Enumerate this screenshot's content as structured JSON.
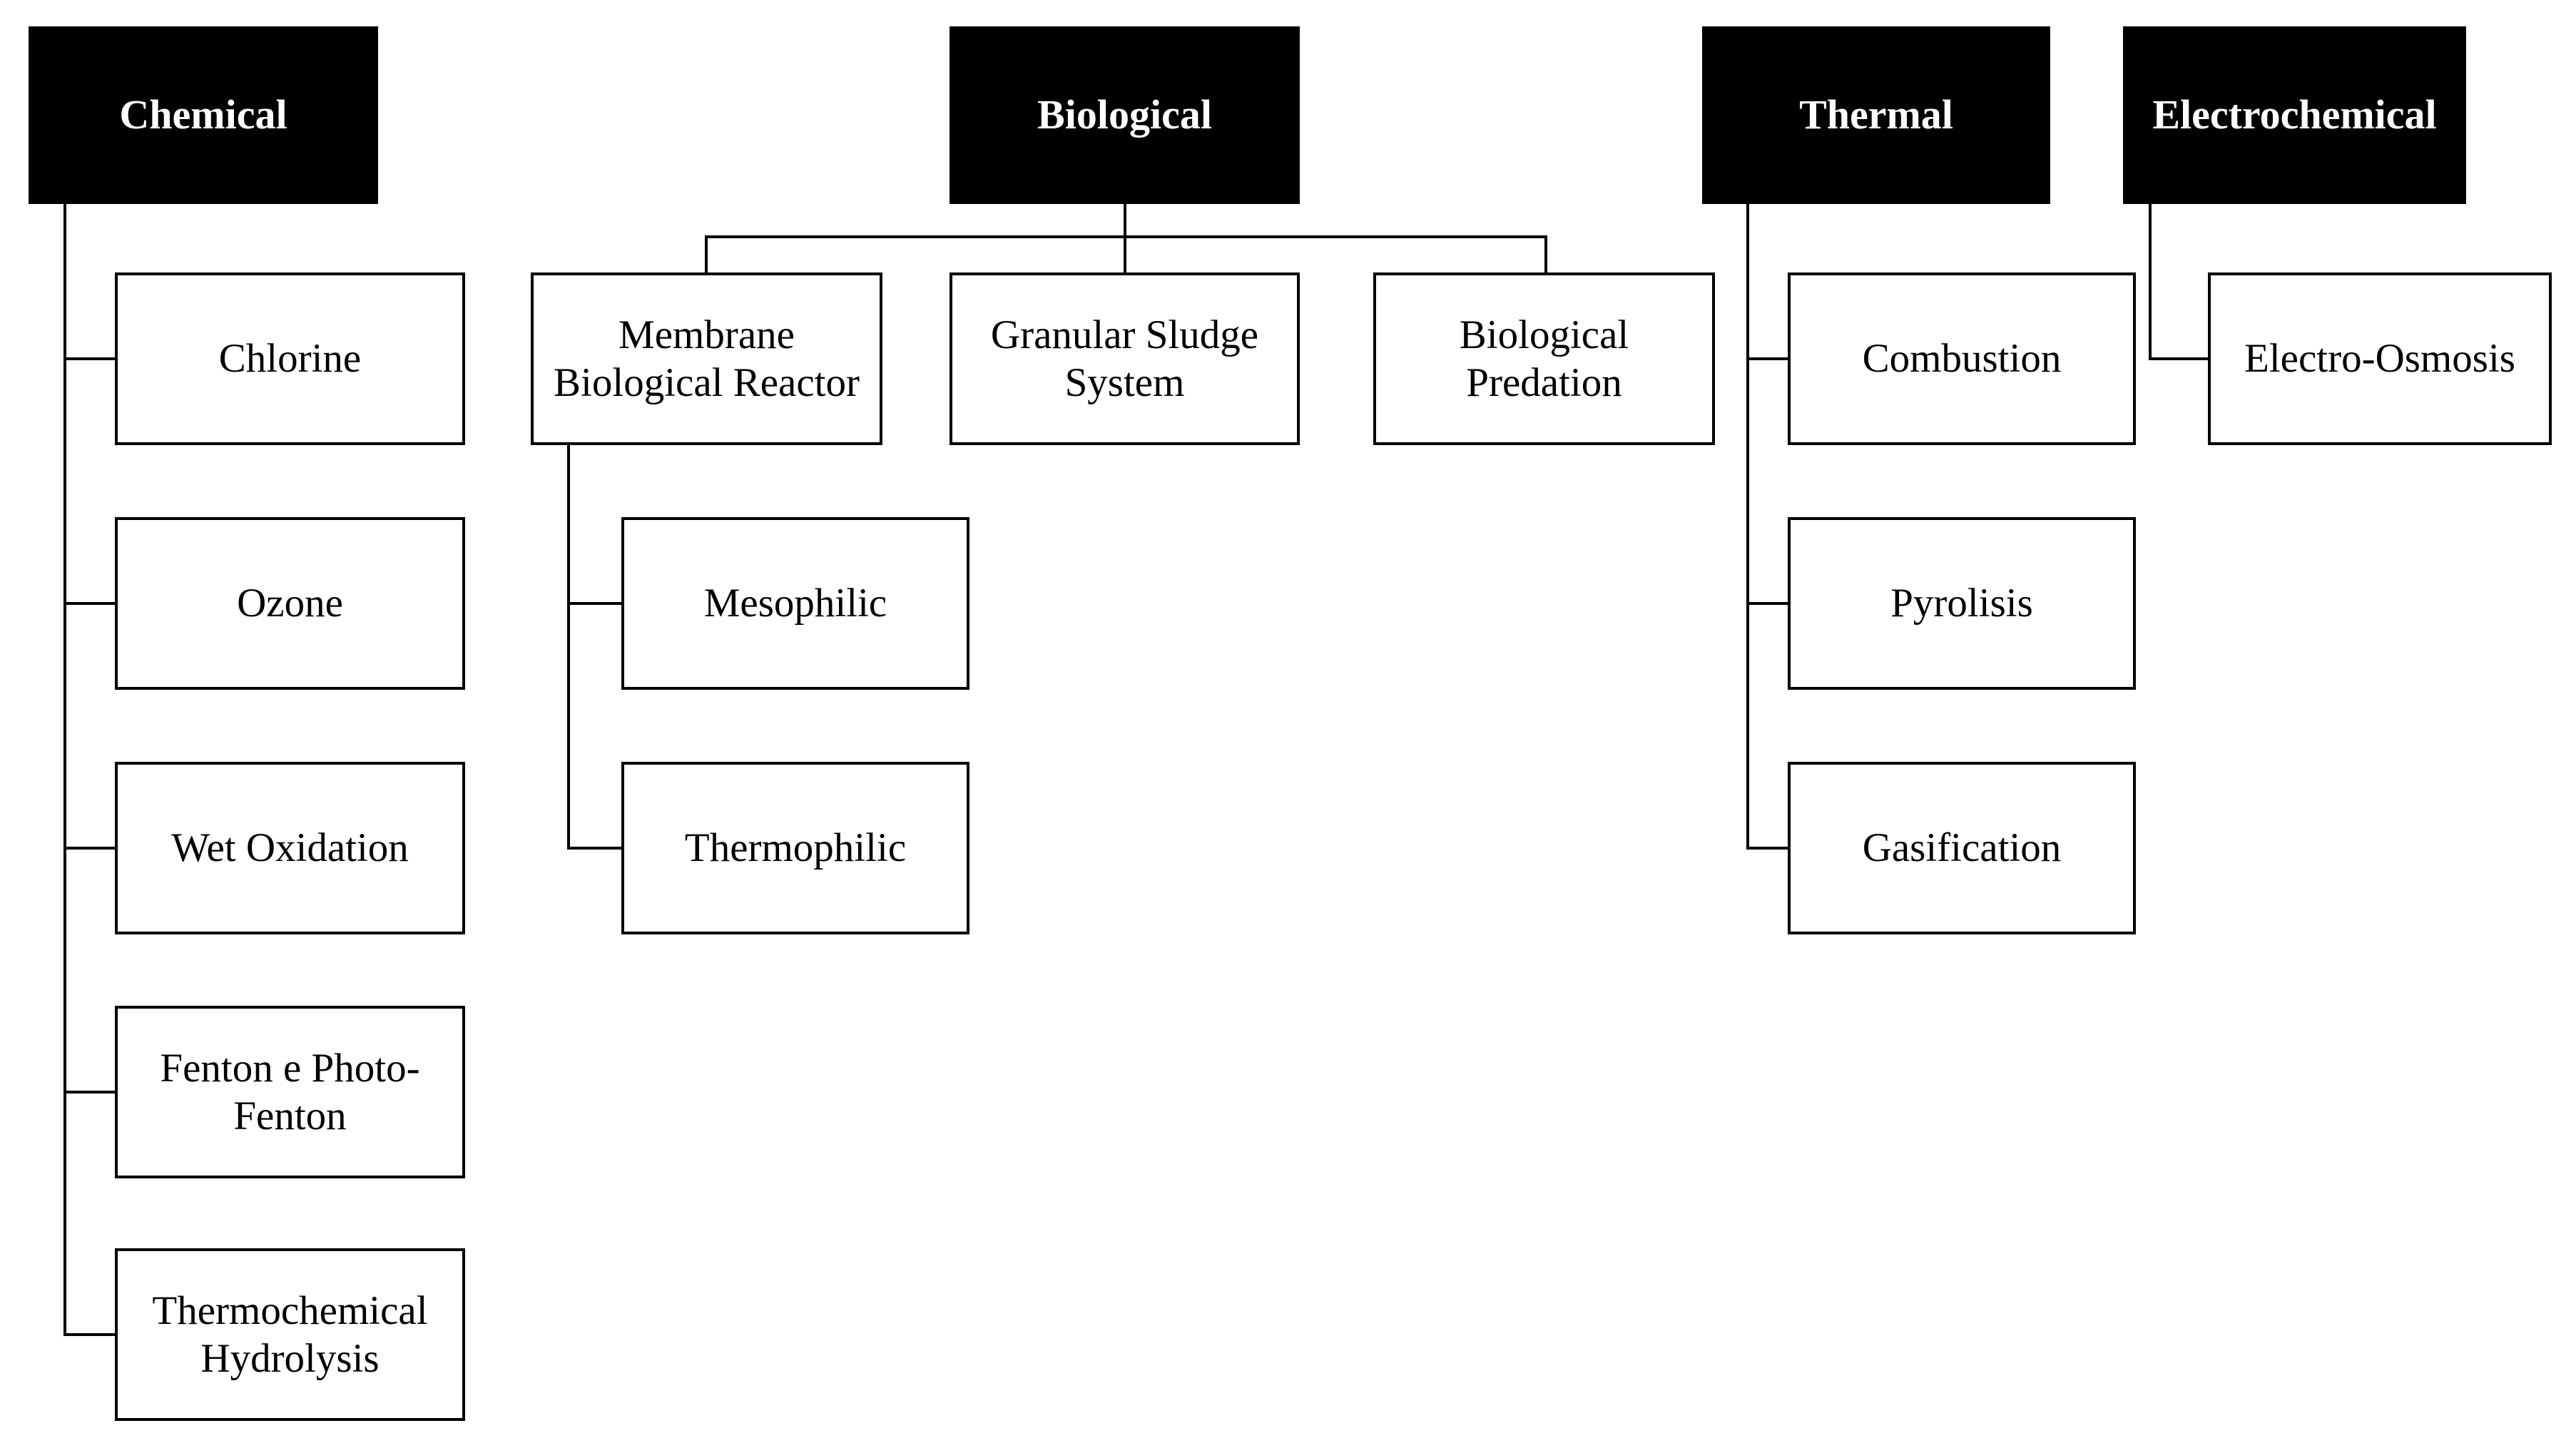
{
  "diagram": {
    "description": "Tree diagram of treatment categories and methods",
    "colors": {
      "header_bg": "#000000",
      "header_text": "#ffffff",
      "box_bg": "#ffffff",
      "box_border": "#000000",
      "connector": "#000000"
    },
    "categories": [
      {
        "label": "Chemical",
        "children": [
          {
            "label": "Chlorine"
          },
          {
            "label": "Ozone"
          },
          {
            "label": "Wet Oxidation"
          },
          {
            "label": "Fenton e Photo-Fenton"
          },
          {
            "label": "Thermochemical Hydrolysis"
          }
        ]
      },
      {
        "label": "Biological",
        "children": [
          {
            "label": "Membrane Biological Reactor",
            "children": [
              {
                "label": "Mesophilic"
              },
              {
                "label": "Thermophilic"
              }
            ]
          },
          {
            "label": "Granular Sludge System"
          },
          {
            "label": "Biological Predation"
          }
        ]
      },
      {
        "label": "Thermal",
        "children": [
          {
            "label": "Combustion"
          },
          {
            "label": "Pyrolisis"
          },
          {
            "label": "Gasification"
          }
        ]
      },
      {
        "label": "Electrochemical",
        "children": [
          {
            "label": "Electro-Osmosis"
          }
        ]
      }
    ]
  }
}
